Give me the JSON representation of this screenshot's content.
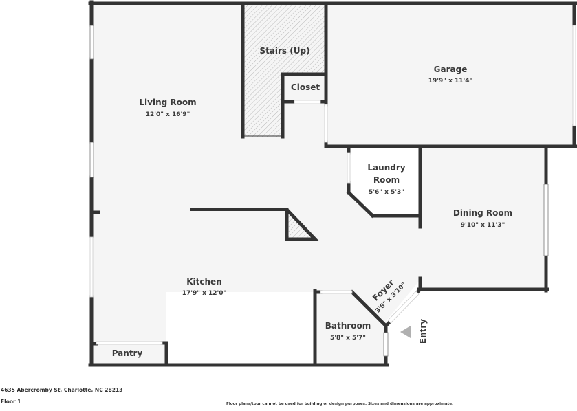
{
  "floor_plan": {
    "address": "4635 Abercromby St, Charlotte, NC 28213",
    "floor_label": "Floor 1",
    "disclaimer": "Floor plans/tour cannot be used for building or design purposes. Sizes and dimensions are approximate.",
    "colors": {
      "wall": "#333333",
      "floor_fill": "#f5f5f5",
      "hatch": "#bbbbbb",
      "window": "#ffffff",
      "entry_arrow": "#b0b0b0",
      "text": "#3a3a3a"
    },
    "rooms": {
      "living_room": {
        "name": "Living Room",
        "dimensions": "12'0\" x 16'9\""
      },
      "stairs": {
        "name": "Stairs (Up)"
      },
      "closet": {
        "name": "Closet"
      },
      "garage": {
        "name": "Garage",
        "dimensions": "19'9\" x 11'4\""
      },
      "laundry_room": {
        "name_line1": "Laundry",
        "name_line2": "Room",
        "dimensions": "5'6\" x 5'3\""
      },
      "dining_room": {
        "name": "Dining Room",
        "dimensions": "9'10\" x 11'3\""
      },
      "kitchen": {
        "name": "Kitchen",
        "dimensions": "17'9\" x 12'0\""
      },
      "foyer": {
        "name": "Foyer",
        "dimensions": "3'8\" x 3'10\""
      },
      "bathroom": {
        "name": "Bathroom",
        "dimensions": "5'8\" x 5'7\""
      },
      "pantry": {
        "name": "Pantry"
      }
    },
    "entry": {
      "label": "Entry",
      "icon": "entry-arrow-icon"
    }
  }
}
